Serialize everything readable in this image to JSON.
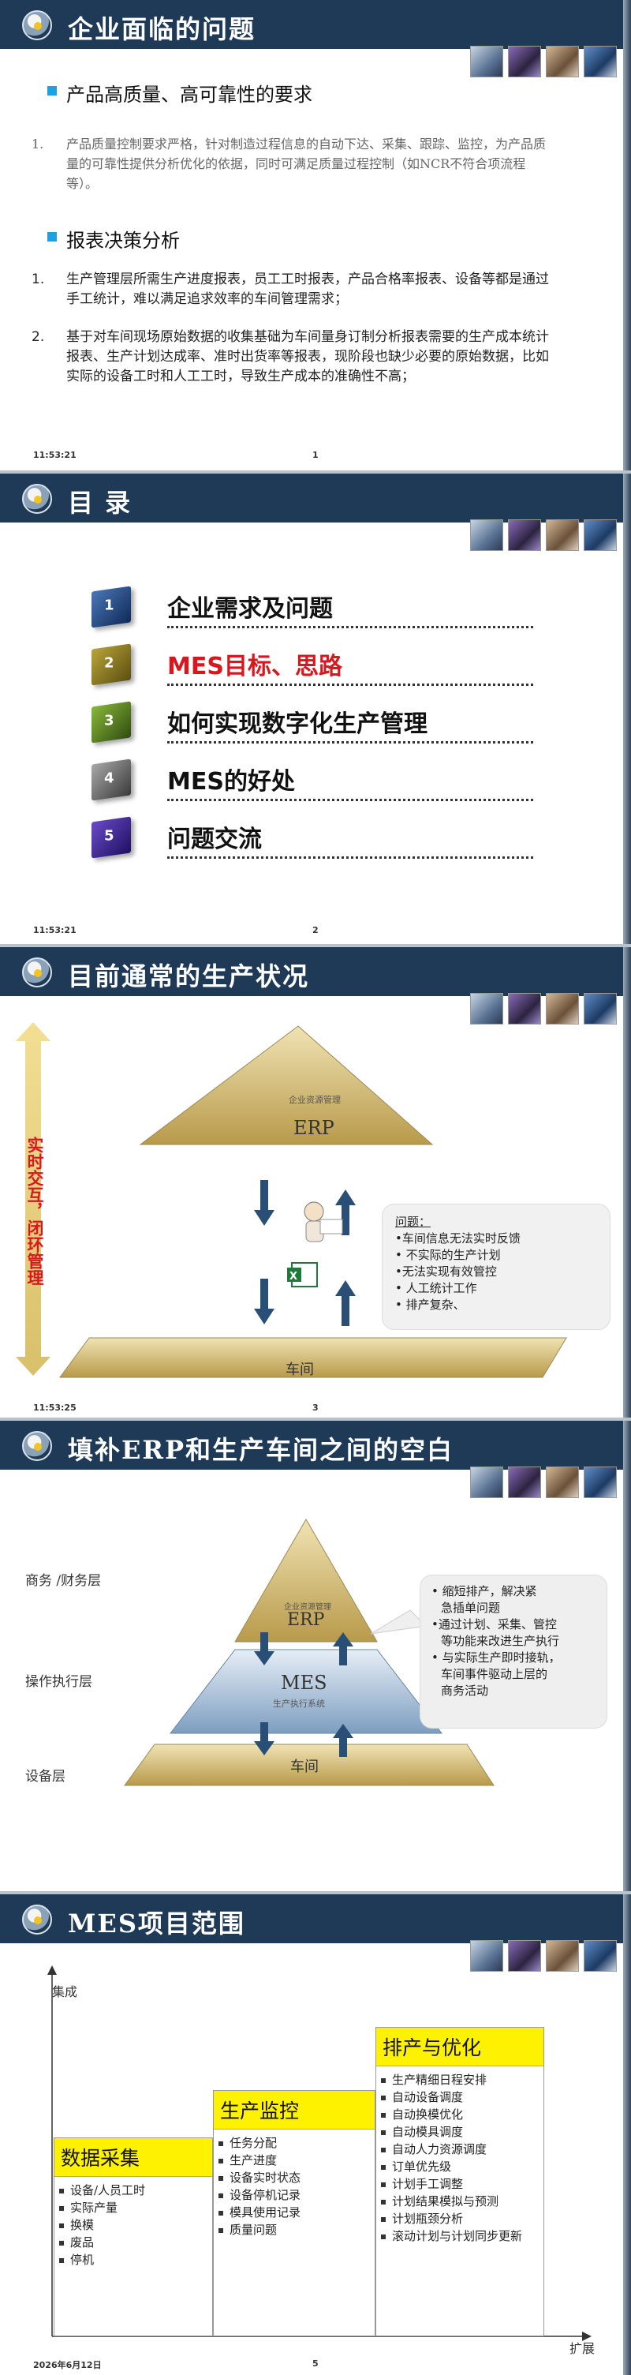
{
  "slide1": {
    "title": "企业面临的问题",
    "section1": "产品高质量、高可靠性的要求",
    "item1_num": "1.",
    "item1_text": "产品质量控制要求严格，针对制造过程信息的自动下达、采集、跟踪、监控，为产品质量的可靠性提供分析优化的依据，同时可满足质量过程控制（如NCR不符合项流程等）。",
    "section2": "报表决策分析",
    "item2_num": "1.",
    "item2_text": "生产管理层所需生产进度报表，员工工时报表，产品合格率报表、设备等都是通过手工统计，难以满足追求效率的车间管理需求；",
    "item3_num": "2.",
    "item3_text": "基于对车间现场原始数据的收集基础为车间量身订制分析报表需要的生产成本统计报表、生产计划达成率、准时出货率等报表，现阶段也缺少必要的原始数据，比如实际的设备工时和人工工时，导致生产成本的准确性不高；",
    "time": "11:53:21",
    "page": "1"
  },
  "slide2": {
    "title": "目 录",
    "items": [
      {
        "num": "1",
        "text": "企业需求及问题"
      },
      {
        "num": "2",
        "text": "MES目标、思路"
      },
      {
        "num": "3",
        "text": "如何实现数字化生产管理"
      },
      {
        "num": "4",
        "text": "MES的好处"
      },
      {
        "num": "5",
        "text": "问题交流"
      }
    ],
    "time": "11:53:21",
    "page": "2"
  },
  "slide3": {
    "title": "目前通常的生产状况",
    "erp_small": "企业资源管理",
    "erp": "ERP",
    "side_label": "实时交互，闭环管理",
    "issues_title": "问题：",
    "issues": [
      "•车间信息无法实时反馈",
      "• 不实际的生产计划",
      "•无法实现有效管控",
      "• 人工统计工作",
      "• 排产复杂、"
    ],
    "workshop": "车间",
    "time": "11:53:25",
    "page": "3"
  },
  "slide4": {
    "title": "填补ERP和生产车间之间的空白",
    "layer_business": "商务 /财务层",
    "layer_exec": "操作执行层",
    "layer_device": "设备层",
    "erp_small": "企业资源管理",
    "erp": "ERP",
    "mes": "MES",
    "mes_small": "生产执行系统",
    "workshop": "车间",
    "callout": [
      "• 缩短排产，解决紧",
      "急插单问题",
      "•通过计划、采集、管控",
      "等功能来改进生产执行",
      "• 与实际生产即时接轨，",
      "车间事件驱动上层的",
      "商务活动"
    ]
  },
  "slide5": {
    "title": "MES项目范围",
    "axis_y": "集成",
    "axis_x": "扩展",
    "stage1": {
      "title": "数据采集",
      "items": [
        "设备/人员工时",
        "实际产量",
        "换模",
        "废品",
        "停机"
      ]
    },
    "stage2": {
      "title": "生产监控",
      "items": [
        "任务分配",
        "生产进度",
        "设备实时状态",
        "设备停机记录",
        "模具使用记录",
        "质量问题"
      ]
    },
    "stage3": {
      "title": "排产与优化",
      "items": [
        "生产精细日程安排",
        "自动设备调度",
        "自动换模优化",
        "自动模具调度",
        "自动人力资源调度",
        "订单优先级",
        "计划手工调整",
        "计划结果模拟与预测",
        "计划瓶颈分析",
        "滚动计划与计划同步更新"
      ]
    },
    "date": "2026年6月12日",
    "page": "5"
  }
}
